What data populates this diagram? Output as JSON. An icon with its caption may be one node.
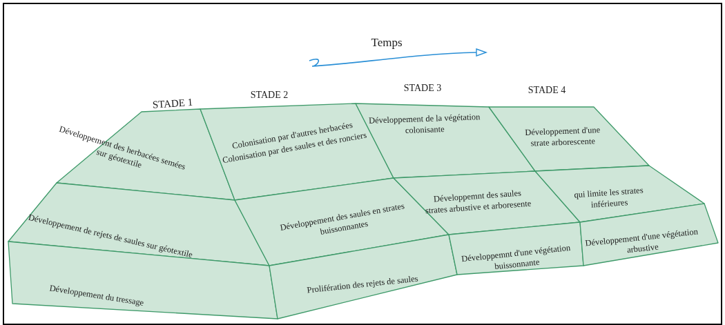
{
  "diagram": {
    "nodes": [
      {
        "text": [
          "Développement des herbacées semées sur géotextile"
        ]
      },
      {
        "text": [
          "Développement de rejets de saules sur géotextile"
        ]
      },
      {
        "text": [
          "Développement du tressage"
        ]
      },
      {
        "text": [
          "Colonisation par d'autres herbacées",
          "Colonisation par des saules et des ronciers"
        ]
      },
      {
        "text": [
          "Développement des saules en strates buissonnantes"
        ]
      },
      {
        "text": [
          "Prolifération des rejets de saules"
        ]
      },
      {
        "text": [
          "Développement de la végétation colonisante"
        ]
      },
      {
        "text": [
          "Développemnt des saules strates arbustive et arboresente"
        ]
      },
      {
        "text": [
          "Développemnt d'une végétation buissonnante"
        ]
      },
      {
        "text": [
          "Développement d'une strate arborescente"
        ]
      },
      {
        "text": [
          "qui limite les strates inférieures"
        ]
      },
      {
        "text": [
          "Développement d'une végétation arbustive"
        ]
      }
    ],
    "edges": [],
    "labels": [
      "Temps",
      "STADE 1",
      "STADE 2",
      "STADE 3",
      "STADE 4"
    ]
  }
}
